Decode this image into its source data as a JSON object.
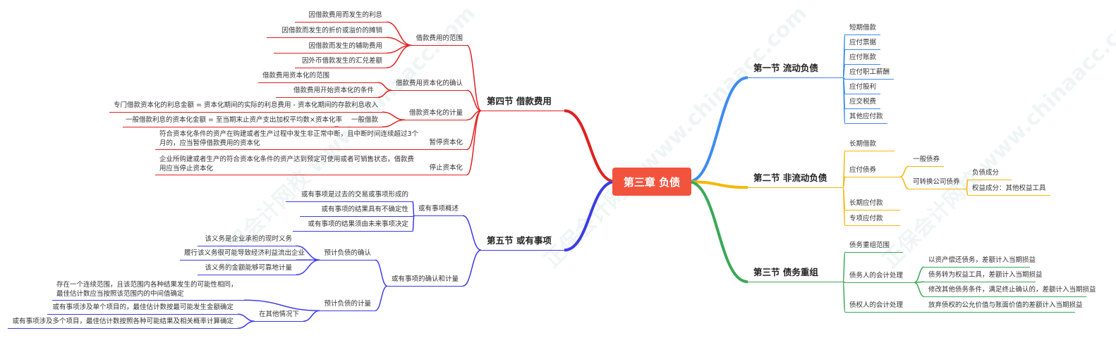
{
  "center": "第三章 负债",
  "colors": {
    "center": "#f2533d",
    "s1": "#3d8bef",
    "s2": "#f5b70a",
    "s3": "#3aa857",
    "s4": "#e0201e",
    "s5": "#3c3ce6"
  },
  "s1": {
    "title": "第一节 流动负债",
    "items": [
      "短期借款",
      "应付票据",
      "应付账款",
      "应付职工薪酬",
      "应付股利",
      "应交税费",
      "其他应付款"
    ]
  },
  "s2": {
    "title": "第二节 非流动负债",
    "items": [
      "长期借款",
      "应付债券",
      "长期应付款",
      "专项应付款"
    ],
    "bonds": [
      "一般债券",
      "可转换公司债券"
    ],
    "convertible": [
      "负债成分",
      "权益成分：其他权益工具"
    ]
  },
  "s3": {
    "title": "第三节 债务重组",
    "items": [
      "债务重组范围",
      "债务人的会计处理",
      "债权人的会计处理"
    ],
    "debtor": [
      "以资产偿还债务，差额计入当期损益",
      "债务转为权益工具，差额计入当期损益",
      "修改其他债务条件，满足终止确认的，差额计入当期损益"
    ],
    "creditor": [
      "放弃债权的公允价值与账面价值的差额计入当期损益"
    ]
  },
  "s4": {
    "title": "第四节 借款费用",
    "scope": {
      "label": "借款费用的范围",
      "items": [
        "因借款费用而发生的利息",
        "因借款而发生的折价或溢价的摊销",
        "因借款而发生的辅助费用",
        "因外币借款发生的汇兑差额"
      ]
    },
    "confirm": {
      "label": "借款费用资本化的确认",
      "items": [
        "借款费用资本化的范围",
        "借款费用开始资本化的条件"
      ]
    },
    "measure": {
      "label": "借款资本化的计量",
      "special": "专门借款资本化的利息金额 = 资本化期间的实际的利息费用 - 资本化期间的存款利息收入",
      "general": "一般借款",
      "general_formula": "一般借款利息的资本化金额 = 至当期末止资产支出加权平均数×资本化率"
    },
    "suspend": {
      "label": "暂停资本化",
      "text": "符合资本化条件的资产在购建或者生产过程中发生非正常中断，且中断时间连续超过3个月的，应当暂停借款费用的资本化"
    },
    "stop": {
      "label": "停止资本化",
      "text": "企业所购建或者生产的符合资本化条件的资产达到预定可使用或者可销售状态，借款费用应当停止资本化"
    }
  },
  "s5": {
    "title": "第五节 或有事项",
    "overview": {
      "label": "或有事项概述",
      "items": [
        "或有事项是过去的交易或事项形成的",
        "或有事项的结果具有不确定性",
        "或有事项的结果须由未来事项决定"
      ]
    },
    "rm": {
      "label": "或有事项的确认和计量",
      "recog": {
        "label": "预计负债的确认",
        "items": [
          "该义务是企业承担的现时义务",
          "履行该义务很可能导致经济利益流出企业",
          "该义务的金额能够可靠地计量"
        ]
      },
      "meas": {
        "label": "预计负债的计量",
        "range": "存在一个连续范围，且该范围内各种结果发生的可能性相同，最佳估计数应当按照该范围内的中间值确定",
        "other": {
          "label": "在其他情况下",
          "items": [
            "或有事项涉及单个项目的，最佳估计数按最可能发生金额确定",
            "或有事项涉及多个项目，最佳估计数按照各种可能结果及相关概率计算确定"
          ]
        }
      }
    }
  },
  "watermark": "正保会计网校 www.chinaacc.com"
}
